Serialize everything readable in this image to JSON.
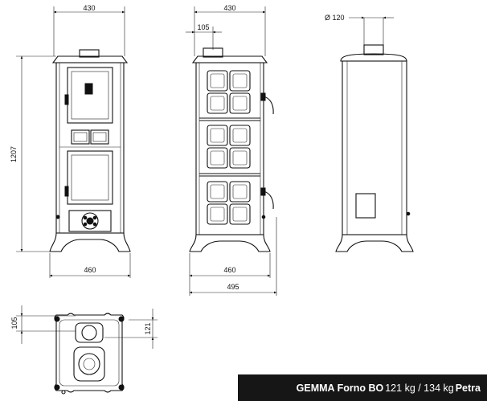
{
  "dimensions": {
    "front_width": "430",
    "front_height": "1207",
    "front_base_width": "460",
    "side_width": "430",
    "side_offset": "105",
    "side_base_width": "460",
    "side_total_width": "495",
    "flue_diameter": "Ø 120",
    "plan_depth_offset": "105",
    "plan_side_offset": "121"
  },
  "caption": {
    "model": "GEMMA Forno BO",
    "weights": "121 kg / 134 kg",
    "finish": "Petra"
  }
}
